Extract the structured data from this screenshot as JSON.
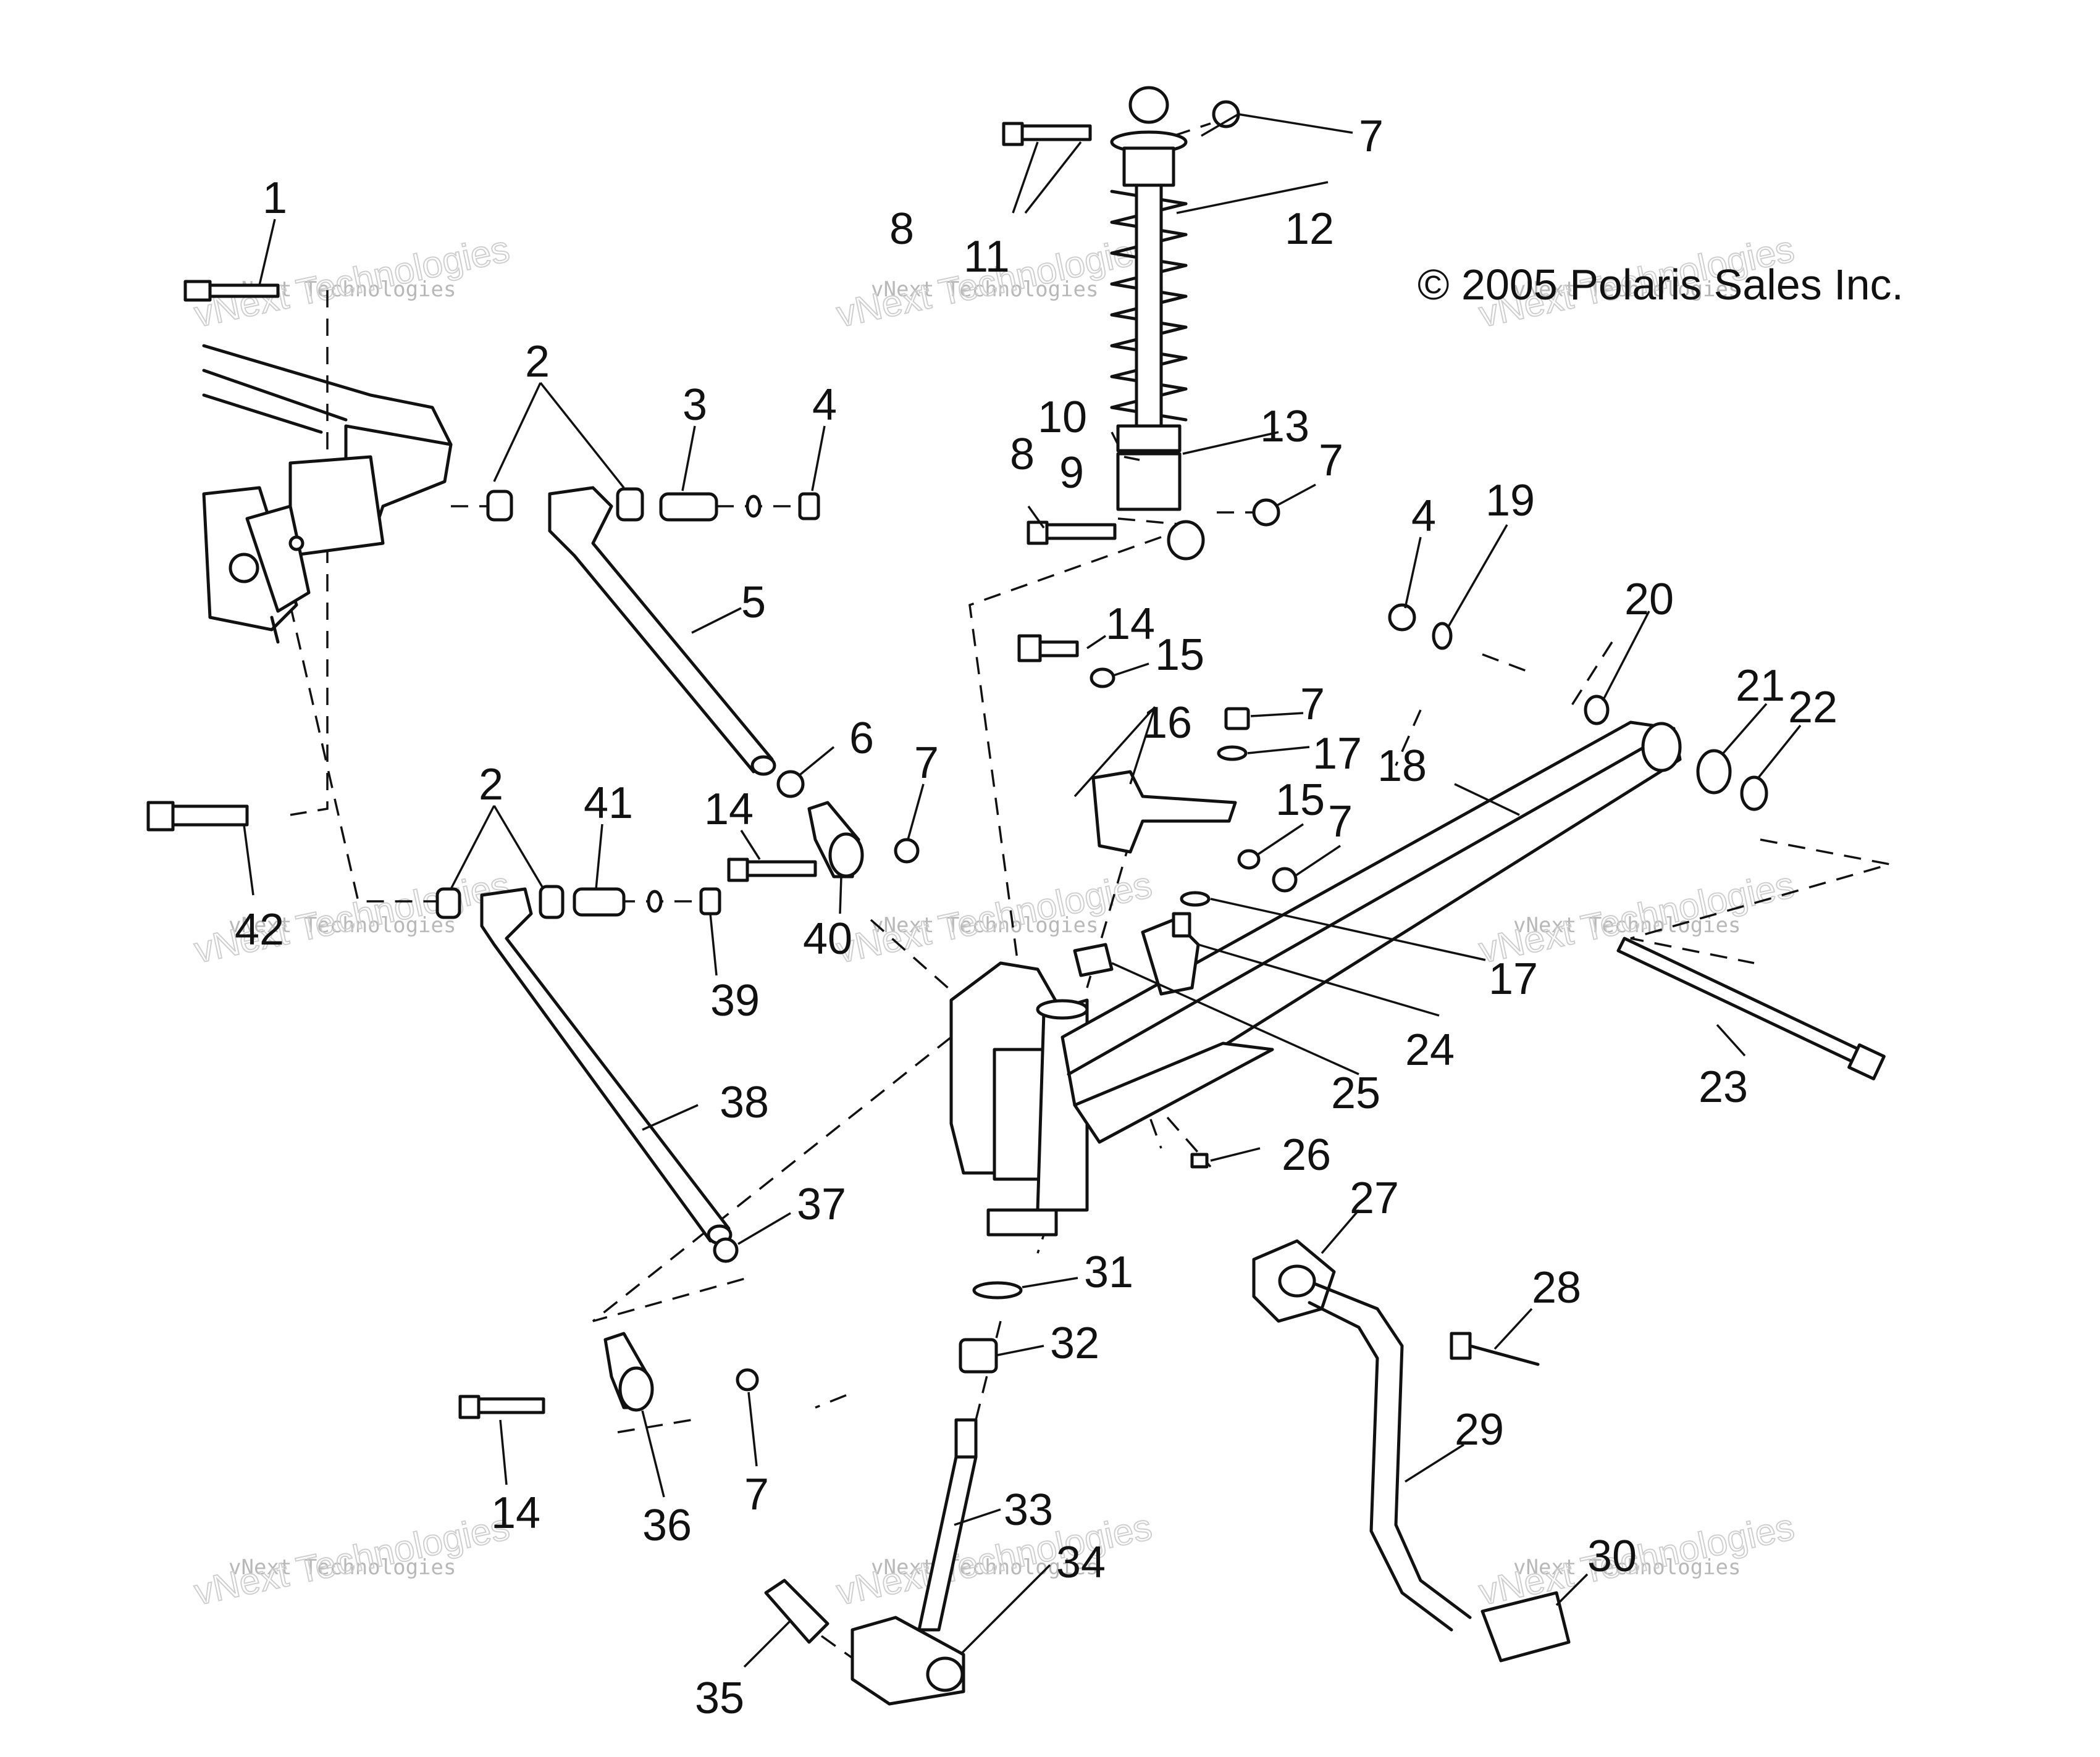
{
  "copyright": "© 2005 Polaris Sales Inc.",
  "watermark": {
    "line1": "vNext Technologies",
    "line2": "vNext Technologies"
  },
  "callouts": {
    "c1": "1",
    "c2a": "2",
    "c2b": "2",
    "c3": "3",
    "c4a": "4",
    "c4b": "4",
    "c5": "5",
    "c6": "6",
    "c7a": "7",
    "c7b": "7",
    "c7c": "7",
    "c7d": "7",
    "c7e": "7",
    "c7f": "7",
    "c8a": "8",
    "c8b": "8",
    "c9": "9",
    "c10": "10",
    "c11": "11",
    "c12": "12",
    "c13": "13",
    "c14a": "14",
    "c14b": "14",
    "c14c": "14",
    "c15a": "15",
    "c15b": "15",
    "c16": "16",
    "c17a": "17",
    "c17b": "17",
    "c18": "18",
    "c19": "19",
    "c20": "20",
    "c21": "21",
    "c22": "22",
    "c23": "23",
    "c24": "24",
    "c25": "25",
    "c26": "26",
    "c27": "27",
    "c28": "28",
    "c29": "29",
    "c30": "30",
    "c31": "31",
    "c32": "32",
    "c33": "33",
    "c34": "34",
    "c35": "35",
    "c36": "36",
    "c37": "37",
    "c38": "38",
    "c39": "39",
    "c40": "40",
    "c41": "41",
    "c42": "42"
  }
}
